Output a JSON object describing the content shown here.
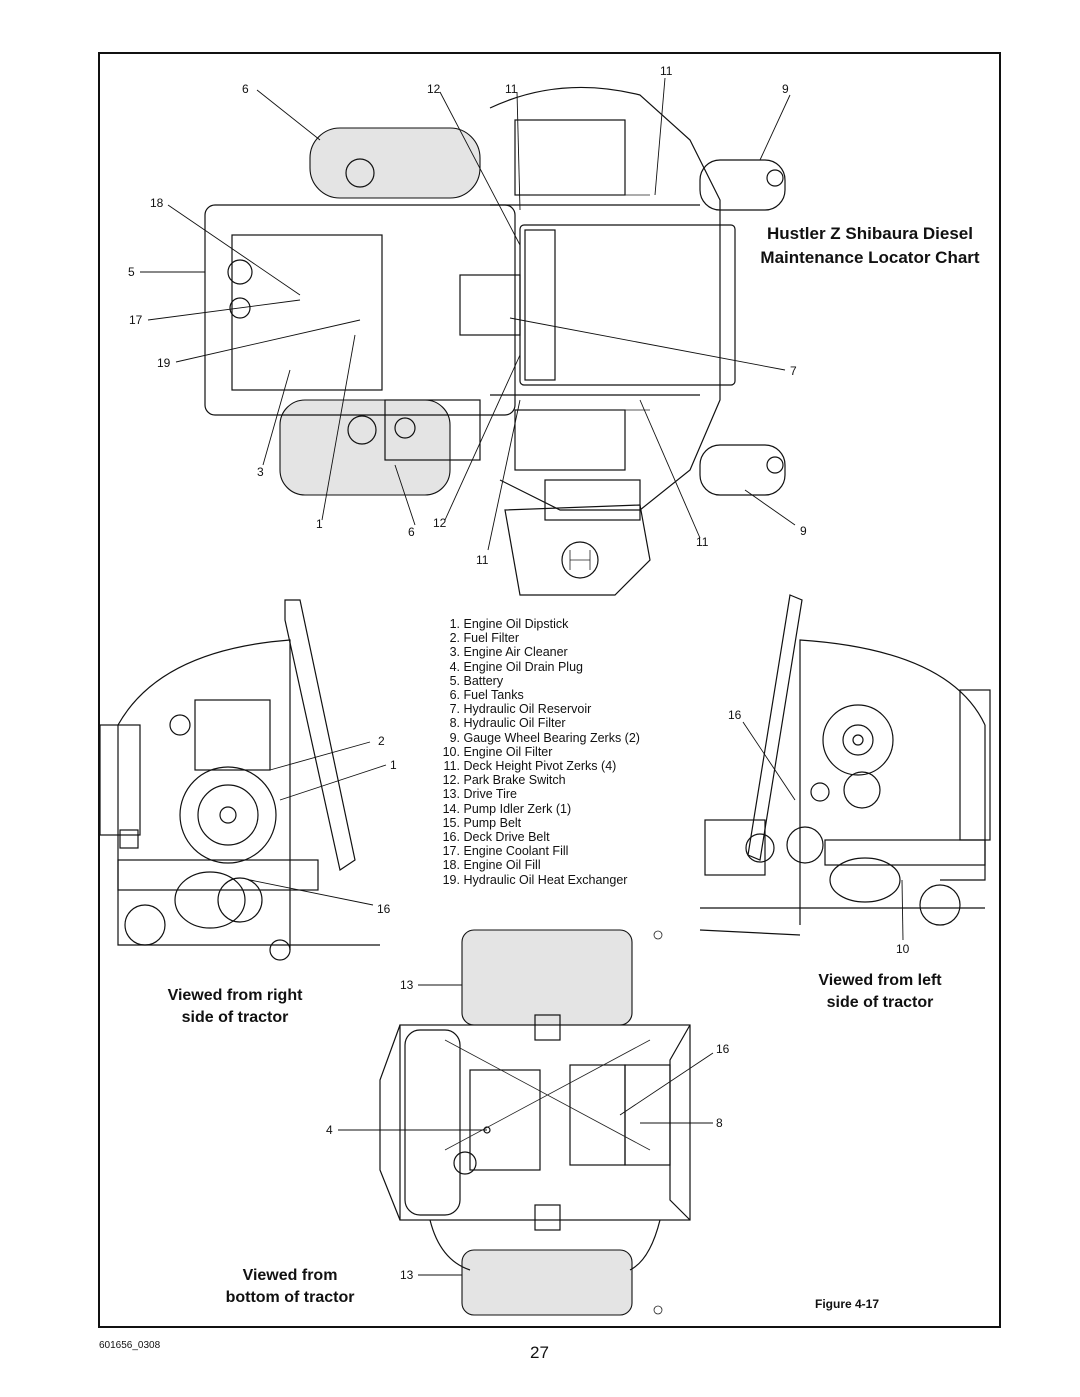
{
  "title": {
    "line1": "Hustler Z Shibaura Diesel",
    "line2": "Maintenance Locator Chart"
  },
  "views": {
    "right": {
      "line1": "Viewed from right",
      "line2": "side of tractor"
    },
    "left": {
      "line1": "Viewed from left",
      "line2": "side of tractor"
    },
    "bottom": {
      "line1": "Viewed from",
      "line2": "bottom of tractor"
    }
  },
  "legend": [
    {
      "num": "1.",
      "label": "Engine Oil Dipstick"
    },
    {
      "num": "2.",
      "label": "Fuel Filter"
    },
    {
      "num": "3.",
      "label": "Engine Air Cleaner"
    },
    {
      "num": "4.",
      "label": "Engine Oil Drain Plug"
    },
    {
      "num": "5.",
      "label": "Battery"
    },
    {
      "num": "6.",
      "label": "Fuel Tanks"
    },
    {
      "num": "7.",
      "label": "Hydraulic Oil Reservoir"
    },
    {
      "num": "8.",
      "label": "Hydraulic Oil Filter"
    },
    {
      "num": "9.",
      "label": "Gauge Wheel Bearing Zerks (2)"
    },
    {
      "num": "10.",
      "label": "Engine Oil Filter"
    },
    {
      "num": "11.",
      "label": "Deck Height Pivot Zerks (4)"
    },
    {
      "num": "12.",
      "label": "Park Brake Switch"
    },
    {
      "num": "13.",
      "label": "Drive Tire"
    },
    {
      "num": "14.",
      "label": "Pump Idler Zerk (1)"
    },
    {
      "num": "15.",
      "label": "Pump Belt"
    },
    {
      "num": "16.",
      "label": "Deck Drive Belt"
    },
    {
      "num": "17.",
      "label": "Engine Coolant Fill"
    },
    {
      "num": "18.",
      "label": "Engine Oil Fill"
    },
    {
      "num": "19.",
      "label": "Hydraulic Oil Heat Exchanger"
    }
  ],
  "callouts": {
    "top": [
      "6",
      "12",
      "11",
      "11",
      "9",
      "18",
      "5",
      "17",
      "19",
      "7",
      "3",
      "1",
      "6",
      "12",
      "11",
      "11",
      "9"
    ],
    "right_view": [
      "2",
      "1",
      "16"
    ],
    "left_view": [
      "16",
      "10"
    ],
    "bottom_view": [
      "13",
      "16",
      "8",
      "4",
      "13"
    ]
  },
  "figure_label": "Figure 4-17",
  "doc_number": "601656_0308",
  "page_number": "27"
}
